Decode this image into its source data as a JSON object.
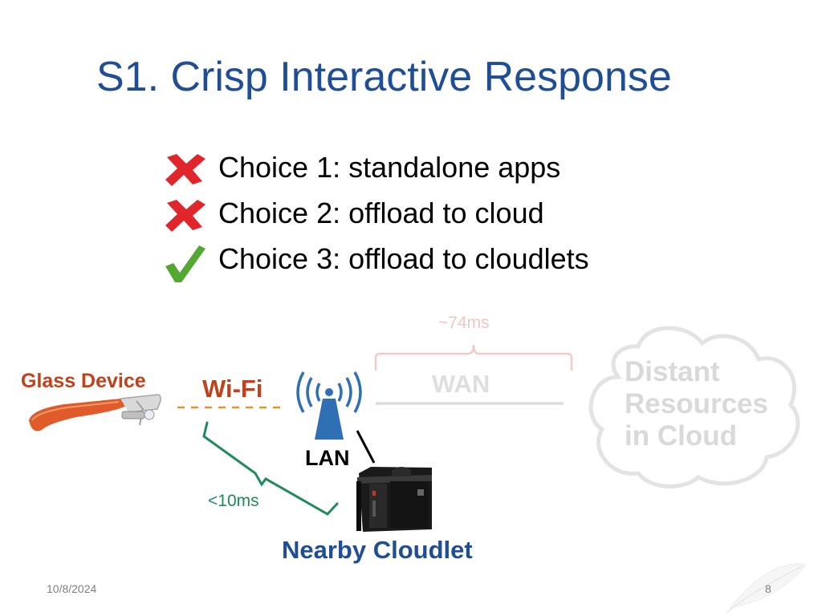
{
  "slide": {
    "title": "S1. Crisp Interactive Response",
    "choices": [
      {
        "text": "Choice 1: standalone apps",
        "mark": "x-mark-icon",
        "mark_color": "#e0252b"
      },
      {
        "text": "Choice 2: offload to cloud",
        "mark": "x-mark-icon",
        "mark_color": "#e0252b"
      },
      {
        "text": "Choice 3: offload to cloudlets",
        "mark": "check-mark-icon",
        "mark_color": "#52a832"
      }
    ]
  },
  "diagram": {
    "glass_device": "Glass Device",
    "wifi": "Wi-Fi",
    "wan": "WAN",
    "wan_latency": "~74ms",
    "lan": "LAN",
    "cloudlet_latency": "<10ms",
    "cloud": "Distant\nResources\nin Cloud",
    "cloudlet": "Nearby Cloudlet",
    "icons": [
      "google-glass-icon",
      "wireless-access-point-icon",
      "cloud-icon",
      "cloudlet-server-icon",
      "feather-icon"
    ]
  },
  "footer": {
    "date": "10/8/2024",
    "page": "8"
  },
  "colors": {
    "title": "#1f4e96",
    "orange_label": "#c0421c",
    "green_bracket": "#1f8a5c",
    "faded_cloud": "#d9d9d9"
  }
}
